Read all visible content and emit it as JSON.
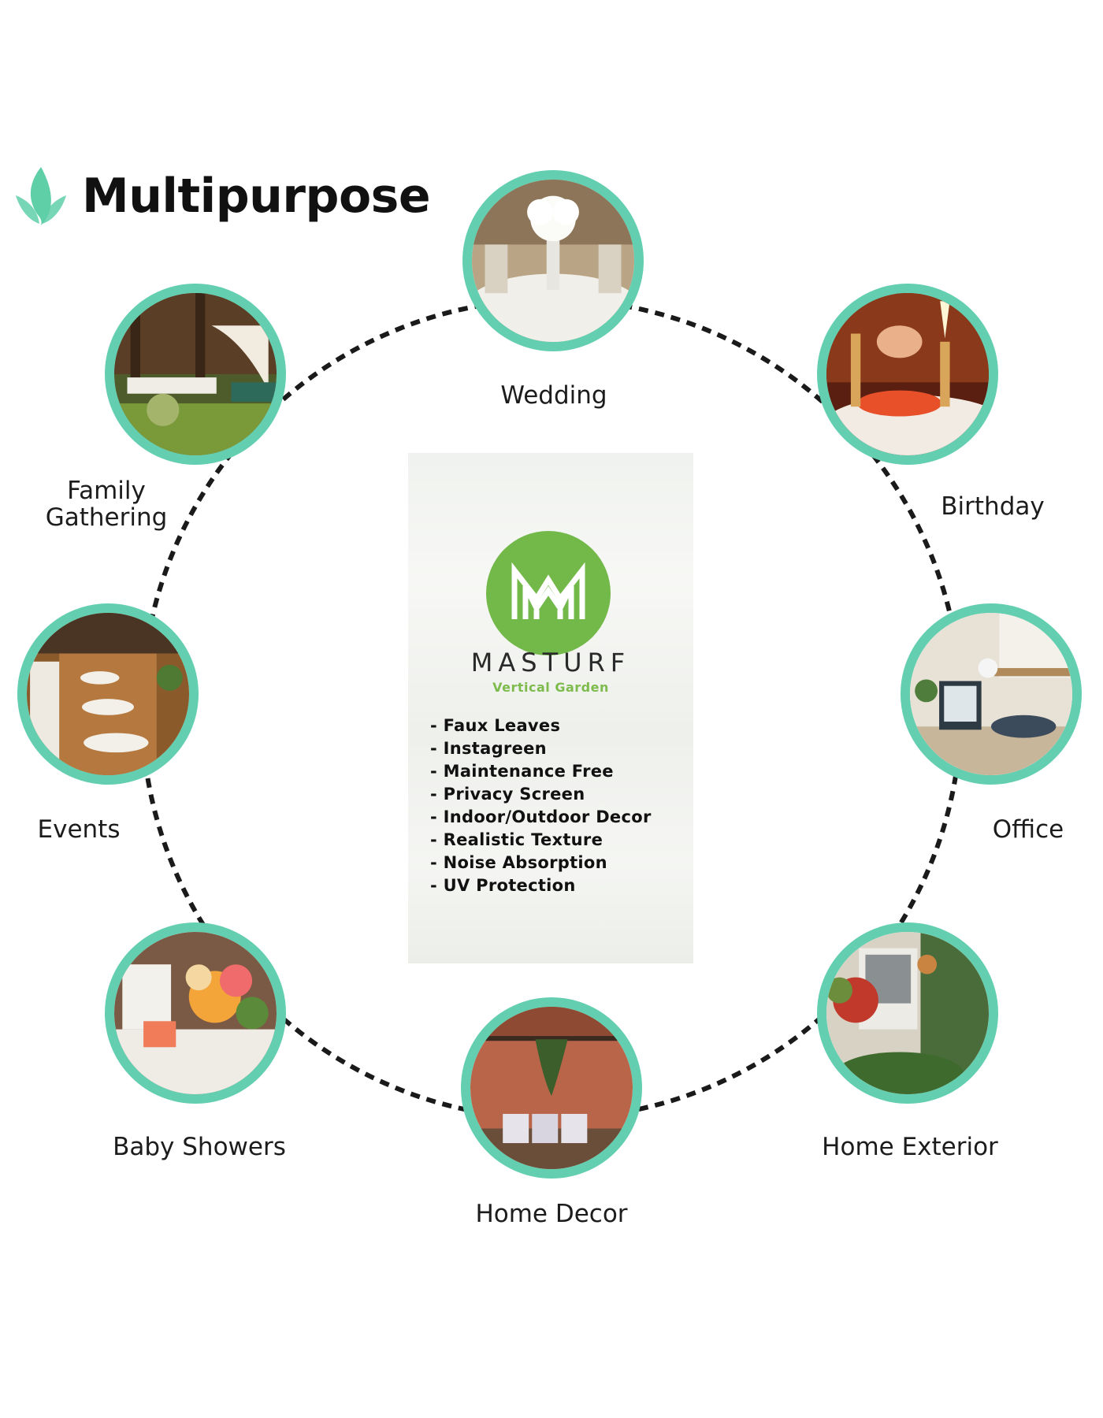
{
  "header": {
    "title": "Multipurpose",
    "icon": "leaf-flame-icon",
    "icon_color": "#5fcfa8"
  },
  "accent_color": "#63cfb0",
  "card": {
    "brand": "MASTURF",
    "tagline": "Vertical Garden",
    "logo_color": "#73b94a",
    "logo_icon": "masturf-m-logo",
    "features": [
      "- Faux Leaves",
      "- Instagreen",
      "- Maintenance Free",
      "- Privacy Screen",
      "- Indoor/Outdoor Decor",
      "- Realistic Texture",
      "- Noise Absorption",
      "- UV Protection"
    ]
  },
  "uses": [
    {
      "label": "Wedding",
      "photo": "wedding-table-photo"
    },
    {
      "label": "Birthday",
      "photo": "birthday-cake-photo"
    },
    {
      "label": "Office",
      "photo": "office-desk-photo"
    },
    {
      "label": "Home Exterior",
      "photo": "home-exterior-photo"
    },
    {
      "label": "Home Decor",
      "photo": "home-decor-photo"
    },
    {
      "label": "Baby Showers",
      "photo": "baby-shower-photo"
    },
    {
      "label": "Events",
      "photo": "events-banquet-photo"
    },
    {
      "label": "Family\nGathering",
      "photo": "family-gathering-photo"
    }
  ]
}
